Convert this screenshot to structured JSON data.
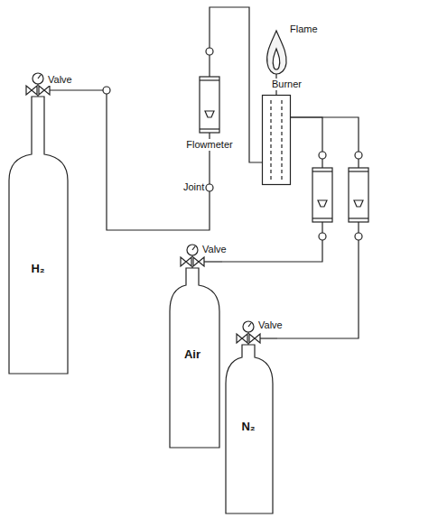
{
  "diagram": {
    "nodes": [
      {
        "text": [
          "H₂"
        ]
      },
      {
        "text": [
          "Flowmeter"
        ]
      },
      {
        "text": [
          "Burner"
        ]
      },
      {
        "text": [
          "Air"
        ]
      },
      {
        "text": [
          "N₂"
        ]
      }
    ],
    "edges": [
      {
        "from": 0,
        "to": 1,
        "arrow": "none"
      },
      {
        "from": 1,
        "to": 2,
        "arrow": "none"
      },
      {
        "from": 3,
        "to": 2,
        "arrow": "none"
      },
      {
        "from": 4,
        "to": 2,
        "arrow": "none"
      }
    ],
    "labels": [
      "Valve",
      "Joint",
      "Flame",
      "Valve",
      "Valve"
    ]
  }
}
